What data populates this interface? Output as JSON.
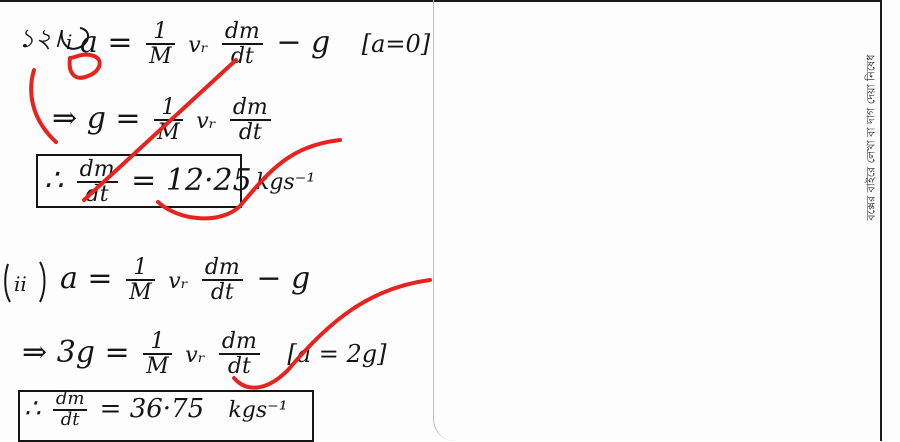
{
  "question": {
    "number": "১২।",
    "part_i_marker": "i",
    "part_ii_marker": "ii",
    "line1": {
      "lhs": "a =",
      "frac1_num": "1",
      "frac1_den": "M",
      "mid": "vᵣ",
      "frac2_num": "dm",
      "frac2_den": "dt",
      "tail": "− g",
      "condition": "[a=0]"
    },
    "line2": {
      "prefix": "⇒",
      "lhs": "g =",
      "frac1_num": "1",
      "frac1_den": "M",
      "mid": "vᵣ",
      "frac2_num": "dm",
      "frac2_den": "dt"
    },
    "line3": {
      "prefix": "∴",
      "frac_num": "dm",
      "frac_den": "dt",
      "eq": "= 12·25",
      "unit": "kgs⁻¹"
    },
    "line4": {
      "lhs": "a =",
      "frac1_num": "1",
      "frac1_den": "M",
      "mid": "vᵣ",
      "frac2_num": "dm",
      "frac2_den": "dt",
      "tail": "− g"
    },
    "line5": {
      "prefix": "⇒",
      "lhs": "3g =",
      "frac1_num": "1",
      "frac1_den": "M",
      "mid": "vᵣ",
      "frac2_num": "dm",
      "frac2_den": "dt",
      "condition": "[a = 2g]"
    },
    "line6": {
      "prefix": "∴",
      "frac_num": "dm",
      "frac_den": "dt",
      "eq": "= 36·75",
      "unit": "kgs⁻¹"
    }
  },
  "side_note": "বক্সের বাইরে লেখা বা দাগ দেয়া নিষেধ",
  "colors": {
    "ink": "#151515",
    "marking": "#e8231f",
    "frame": "#1b1b1b"
  }
}
